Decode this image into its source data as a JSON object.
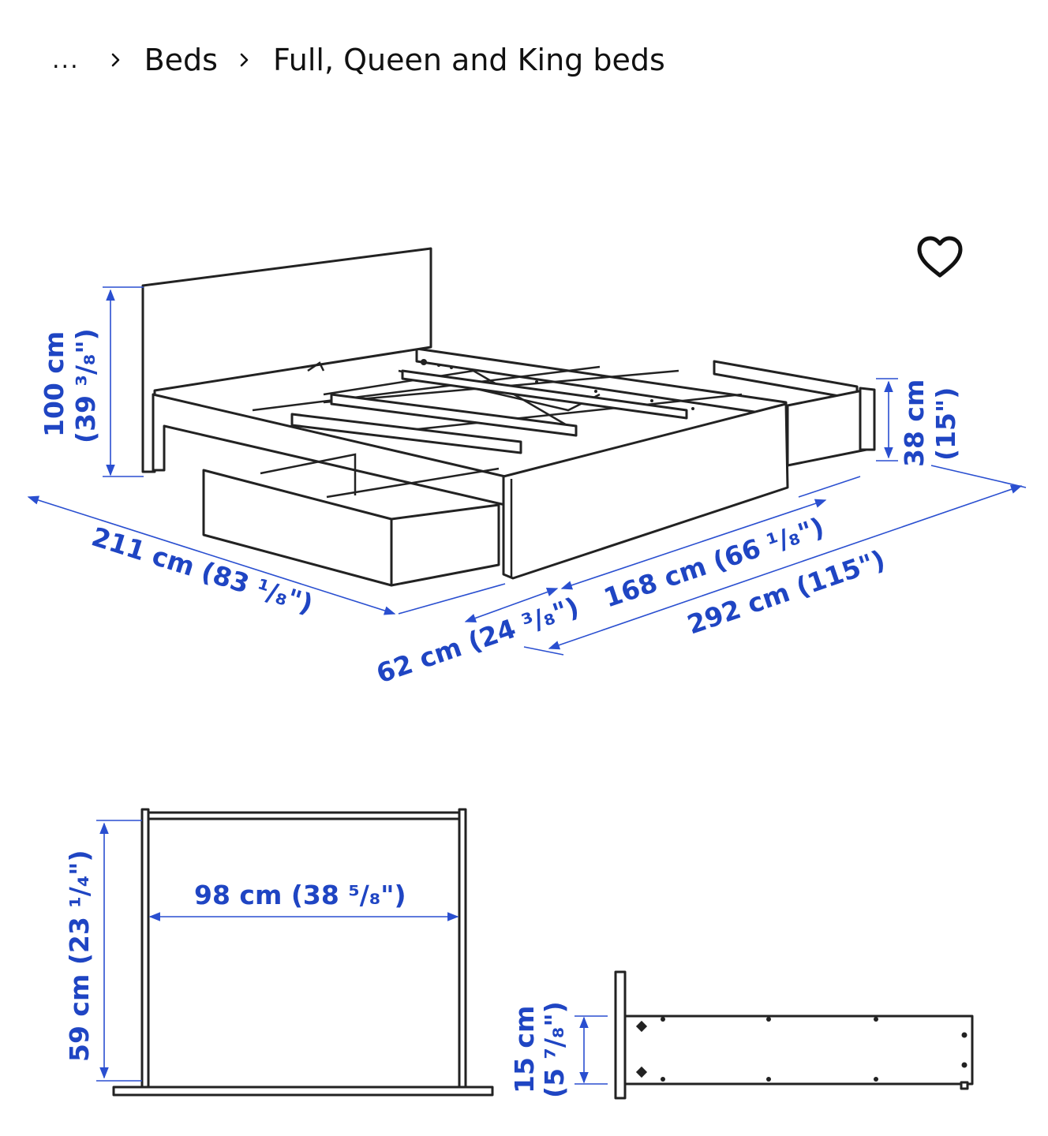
{
  "breadcrumb": {
    "ellipsis": "...",
    "items": [
      {
        "label": "Beds"
      },
      {
        "label": "Full, Queen and King beds"
      }
    ]
  },
  "favorite": {
    "icon": "heart-icon"
  },
  "colors": {
    "dimension_text": "#1f45c3",
    "line_art": "#222222",
    "background": "#ffffff"
  },
  "dimensions": {
    "bed_height": {
      "cm": "100 cm",
      "inch": "(39 ³/₈\")"
    },
    "bed_length": "211 cm (83 ¹/₈\")",
    "drawer_extension": "62 cm (24 ³/₈\")",
    "bed_width": "168 cm (66 ¹/₈\")",
    "total_length": "292 cm (115\")",
    "side_height": {
      "cm": "38 cm",
      "inch": "(15\")"
    },
    "drawer_width": "98 cm (38 ⁵/₈\")",
    "drawer_depth": "59 cm (23 ¹/₄\")",
    "drawer_height": {
      "cm": "15 cm",
      "inch": "(5 ⁷/₈\")"
    }
  }
}
